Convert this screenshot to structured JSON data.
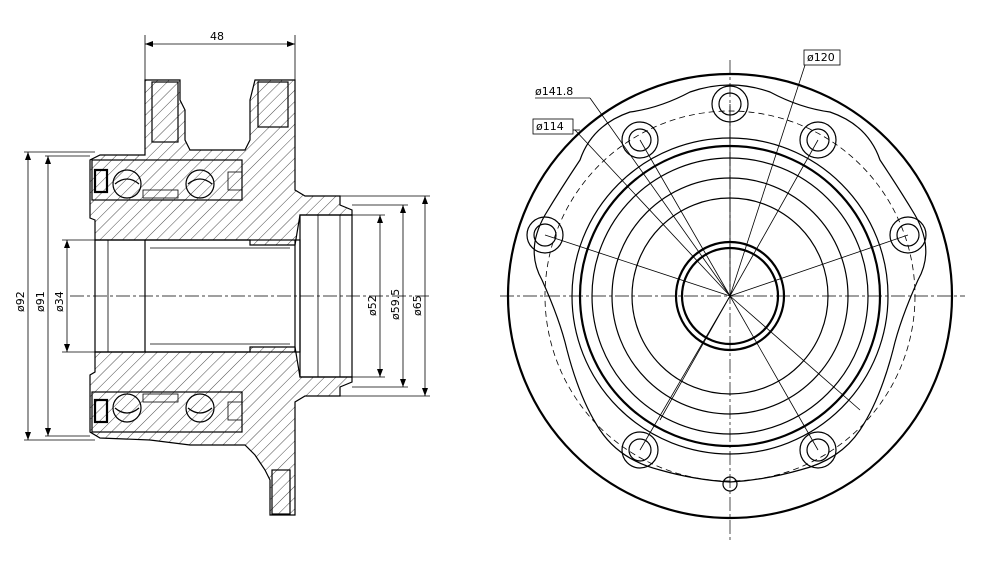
{
  "side_view": {
    "dim_width": "48",
    "dim_d92": "ø92",
    "dim_d91": "ø91",
    "dim_d34": "ø34",
    "dim_d52": "ø52",
    "dim_d59_5": "ø59.5",
    "dim_d65": "ø65"
  },
  "front_view": {
    "dim_pcd_outer": "ø141.8",
    "dim_pcd_inner": "ø114",
    "dim_pcd_mid": "ø120"
  }
}
